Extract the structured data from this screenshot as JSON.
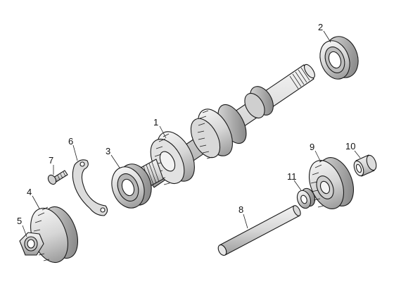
{
  "callouts": [
    {
      "id": "1",
      "label": "1"
    },
    {
      "id": "2",
      "label": "2"
    },
    {
      "id": "3",
      "label": "3"
    },
    {
      "id": "4",
      "label": "4"
    },
    {
      "id": "5",
      "label": "5"
    },
    {
      "id": "6",
      "label": "6"
    },
    {
      "id": "7",
      "label": "7"
    },
    {
      "id": "8",
      "label": "8"
    },
    {
      "id": "9",
      "label": "9"
    },
    {
      "id": "10",
      "label": "10"
    },
    {
      "id": "11",
      "label": "11"
    }
  ],
  "colors": {
    "ink": "#1a1a1a",
    "shade": "#bfbfbf",
    "background": "#ffffff"
  }
}
